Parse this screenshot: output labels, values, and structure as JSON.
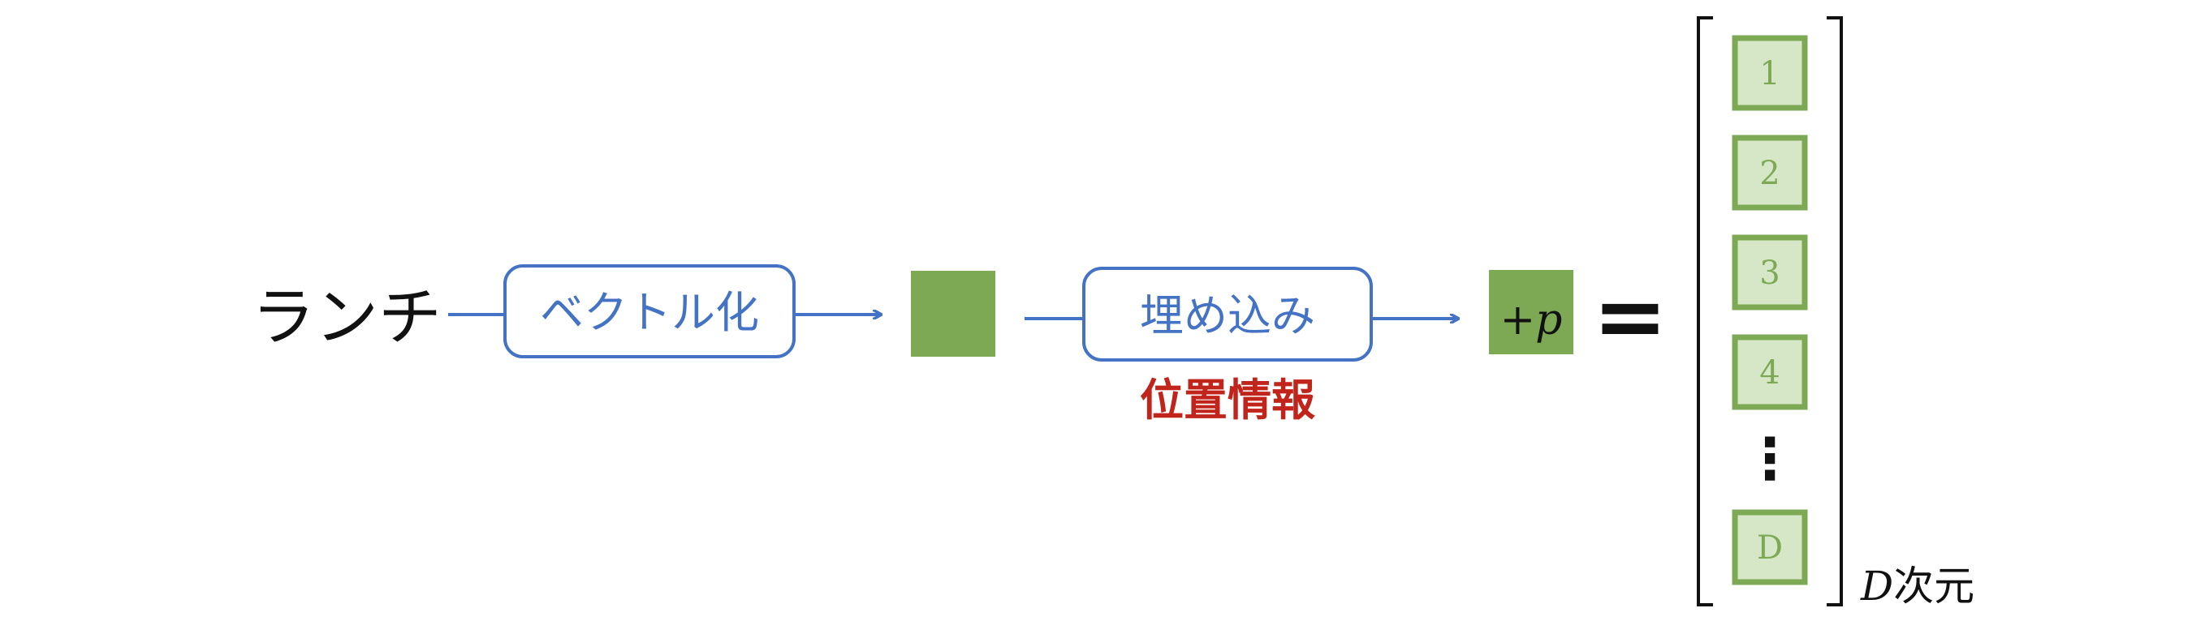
{
  "input_word": "ランチ",
  "vectorize_box": {
    "label": "ベクトル化"
  },
  "embedding_box": {
    "label": "埋め込み"
  },
  "position_note": "位置情報",
  "plus_term": "+p",
  "equals_sign": "=",
  "vector_cells": [
    "1",
    "2",
    "3",
    "4",
    "D"
  ],
  "ellipsis": "⋮",
  "dimension_label": {
    "symbol": "D",
    "text": "次元"
  },
  "colors": {
    "accent_blue": "#4472c4",
    "green_fill": "#7ea954",
    "cell_fill": "#d6e7c7",
    "cell_text": "#7ea954",
    "note_red": "#c0241b",
    "ink": "#111111"
  }
}
